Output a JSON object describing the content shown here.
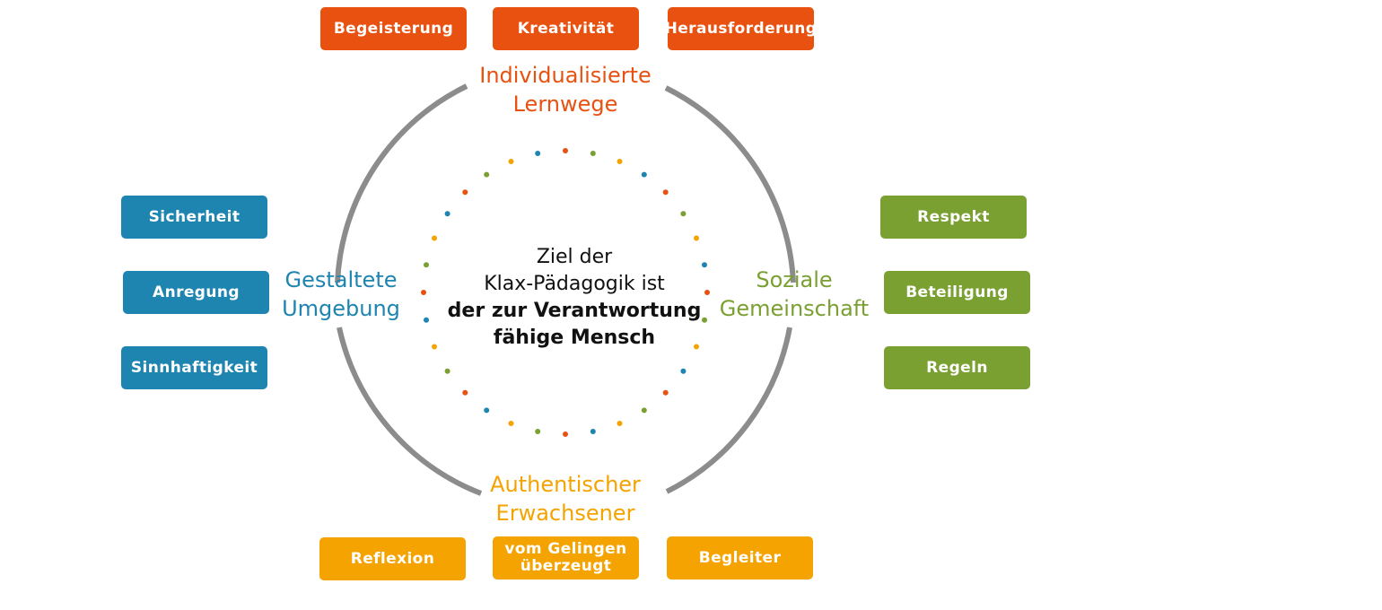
{
  "colors": {
    "orange": "#e8510f",
    "blue": "#1e84b0",
    "green": "#7aa032",
    "yellow": "#f4a300",
    "ring": "#8c8c8c"
  },
  "center": {
    "line1": "Ziel der",
    "line2": "Klax-Pädagogik ist",
    "line3": "der zur Verantwortung",
    "line4": "fähige Mensch"
  },
  "pillars": {
    "top": {
      "line1": "Individualisierte",
      "line2": "Lernwege"
    },
    "left": {
      "line1": "Gestaltete",
      "line2": "Umgebung"
    },
    "right": {
      "line1": "Soziale",
      "line2": "Gemeinschaft"
    },
    "bottom": {
      "line1": "Authentischer",
      "line2": "Erwachsener"
    }
  },
  "boxes": {
    "top": [
      "Begeisterung",
      "Kreativität",
      "Herausforderung"
    ],
    "left": [
      "Sicherheit",
      "Anregung",
      "Sinnhaftigkeit"
    ],
    "right": [
      "Respekt",
      "Beteiligung",
      "Regeln"
    ],
    "bottom": [
      "Reflexion",
      "vom Gelingen",
      "überzeugt",
      "Begleiter"
    ]
  },
  "dot_colors": [
    "#e8510f",
    "#7aa032",
    "#f4a300",
    "#1e84b0"
  ]
}
